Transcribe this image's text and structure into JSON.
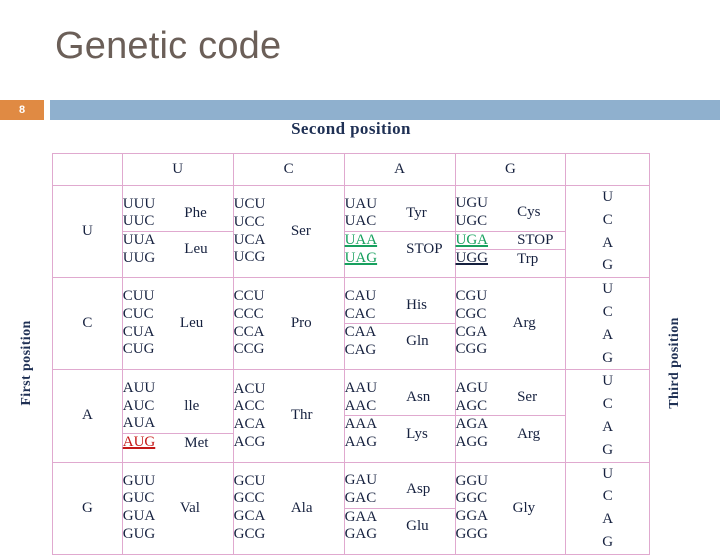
{
  "slide": {
    "title": "Genetic code",
    "page_number": "8",
    "accent_orange": "#e08a43",
    "accent_blue": "#8fb0ce",
    "title_color": "#6b5f58",
    "heading_color": "#1f3054",
    "grid_color": "#e0a9cf",
    "stop_color": "#17a05e",
    "start_color": "#c41818"
  },
  "axes": {
    "second_position": "Second position",
    "first_position": "First position",
    "third_position": "Third position"
  },
  "header": {
    "corner": "",
    "bases": [
      "U",
      "C",
      "A",
      "G"
    ],
    "third_corner": ""
  },
  "rows": [
    {
      "first": "U",
      "third": [
        "U",
        "C",
        "A",
        "G"
      ],
      "cells": [
        {
          "groups": [
            {
              "codons": [
                "UUU",
                "UUC"
              ],
              "aa": "Phe"
            },
            {
              "codons": [
                "UUA",
                "UUG"
              ],
              "aa": "Leu"
            }
          ]
        },
        {
          "groups": [
            {
              "codons": [
                "UCU",
                "UCC",
                "UCA",
                "UCG"
              ],
              "aa": "Ser"
            }
          ]
        },
        {
          "groups": [
            {
              "codons": [
                "UAU",
                "UAC"
              ],
              "aa": "Tyr"
            },
            {
              "codons": [
                "UAA",
                "UAG"
              ],
              "aa": "STOP",
              "style": "stop",
              "underline": true
            }
          ]
        },
        {
          "groups": [
            {
              "codons": [
                "UGU",
                "UGC"
              ],
              "aa": "Cys"
            },
            {
              "codons": [
                "UGA"
              ],
              "aa": "STOP",
              "style": "stop",
              "underline": true
            },
            {
              "codons": [
                "UGG"
              ],
              "aa": "Trp",
              "underline": true
            }
          ]
        }
      ]
    },
    {
      "first": "C",
      "third": [
        "U",
        "C",
        "A",
        "G"
      ],
      "cells": [
        {
          "groups": [
            {
              "codons": [
                "CUU",
                "CUC",
                "CUA",
                "CUG"
              ],
              "aa": "Leu"
            }
          ]
        },
        {
          "groups": [
            {
              "codons": [
                "CCU",
                "CCC",
                "CCA",
                "CCG"
              ],
              "aa": "Pro"
            }
          ]
        },
        {
          "groups": [
            {
              "codons": [
                "CAU",
                "CAC"
              ],
              "aa": "His"
            },
            {
              "codons": [
                "CAA",
                "CAG"
              ],
              "aa": "Gln"
            }
          ]
        },
        {
          "groups": [
            {
              "codons": [
                "CGU",
                "CGC",
                "CGA",
                "CGG"
              ],
              "aa": "Arg"
            }
          ]
        }
      ]
    },
    {
      "first": "A",
      "third": [
        "U",
        "C",
        "A",
        "G"
      ],
      "cells": [
        {
          "groups": [
            {
              "codons": [
                "AUU",
                "AUC",
                "AUA"
              ],
              "aa": "lle"
            },
            {
              "codons": [
                "AUG"
              ],
              "aa": "Met",
              "style": "start",
              "underline": true
            }
          ]
        },
        {
          "groups": [
            {
              "codons": [
                "ACU",
                "ACC",
                "ACA",
                "ACG"
              ],
              "aa": "Thr"
            }
          ]
        },
        {
          "groups": [
            {
              "codons": [
                "AAU",
                "AAC"
              ],
              "aa": "Asn"
            },
            {
              "codons": [
                "AAA",
                "AAG"
              ],
              "aa": "Lys"
            }
          ]
        },
        {
          "groups": [
            {
              "codons": [
                "AGU",
                "AGC"
              ],
              "aa": "Ser"
            },
            {
              "codons": [
                "AGA",
                "AGG"
              ],
              "aa": "Arg"
            }
          ]
        }
      ]
    },
    {
      "first": "G",
      "third": [
        "U",
        "C",
        "A",
        "G"
      ],
      "cells": [
        {
          "groups": [
            {
              "codons": [
                "GUU",
                "GUC",
                "GUA",
                "GUG"
              ],
              "aa": "Val"
            }
          ]
        },
        {
          "groups": [
            {
              "codons": [
                "GCU",
                "GCC",
                "GCA",
                "GCG"
              ],
              "aa": "Ala"
            }
          ]
        },
        {
          "groups": [
            {
              "codons": [
                "GAU",
                "GAC"
              ],
              "aa": "Asp"
            },
            {
              "codons": [
                "GAA",
                "GAG"
              ],
              "aa": "Glu"
            }
          ]
        },
        {
          "groups": [
            {
              "codons": [
                "GGU",
                "GGC",
                "GGA",
                "GGG"
              ],
              "aa": "Gly"
            }
          ]
        }
      ]
    }
  ]
}
